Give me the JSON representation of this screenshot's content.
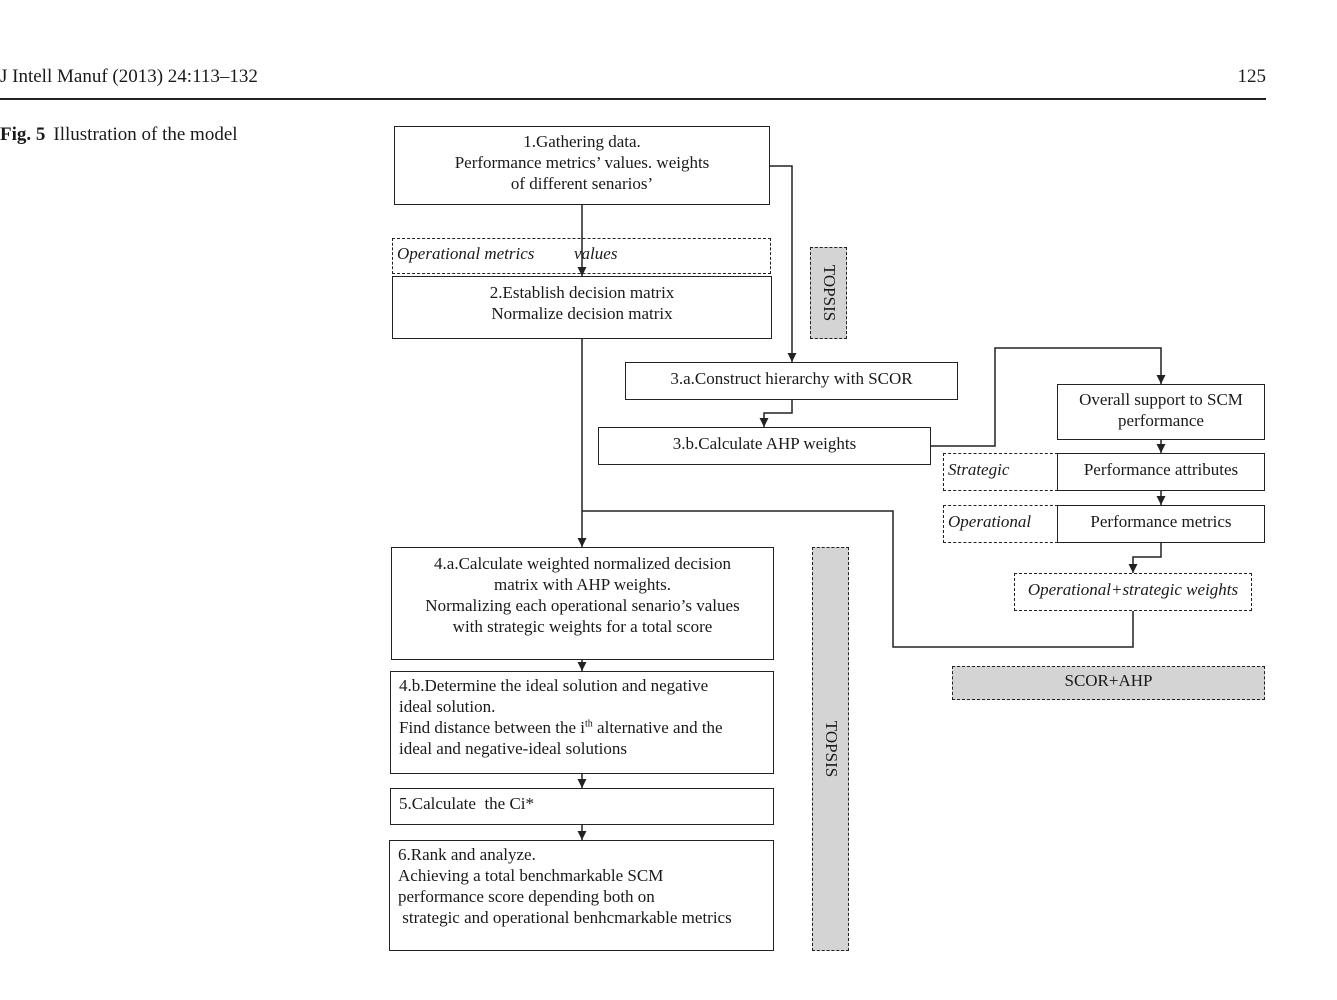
{
  "header": {
    "journal": "J Intell Manuf (2013) 24:113–132",
    "page_number": "125"
  },
  "caption": {
    "number": "Fig. 5",
    "text": "Illustration of the model"
  },
  "flow": {
    "step1": [
      "1.Gathering data.",
      "Performance metrics’ values. weights",
      "of different senarios’"
    ],
    "operational_values": {
      "left": "Operational metrics",
      "right": "values"
    },
    "step2": [
      "2.Establish decision matrix",
      "Normalize decision matrix"
    ],
    "step3a": "3.a.Construct hierarchy with SCOR",
    "step3b": "3.b.Calculate AHP weights",
    "step4a": [
      "4.a.Calculate weighted normalized decision",
      "matrix with AHP weights.",
      "Normalizing each operational senario’s values",
      "with strategic weights for a total score"
    ],
    "step4b": {
      "line1": "4.b.Determine the ideal solution and negative",
      "line2": "ideal solution.",
      "line3_pre": "Find distance between the i",
      "line3_sup": "th",
      "line3_post": " alternative and the",
      "line4": "ideal and negative-ideal solutions"
    },
    "step5": "5.Calculate  the Ci*",
    "step6": [
      "6.Rank and analyze.",
      "Achieving a total benchmarkable SCM",
      "performance score depending both on",
      " strategic and operational benhcmarkable metrics"
    ]
  },
  "hierarchy": {
    "overall": [
      "Overall support to SCM",
      "performance"
    ],
    "strategic_label": "Strategic",
    "attributes": "Performance attributes",
    "operational_label": "Operational",
    "metrics": "Performance metrics",
    "weights": "Operational+strategic weights"
  },
  "method_labels": {
    "topsis_top": "TOPSIS",
    "topsis_bottom": "TOPSIS",
    "scor_ahp": "SCOR+AHP"
  }
}
